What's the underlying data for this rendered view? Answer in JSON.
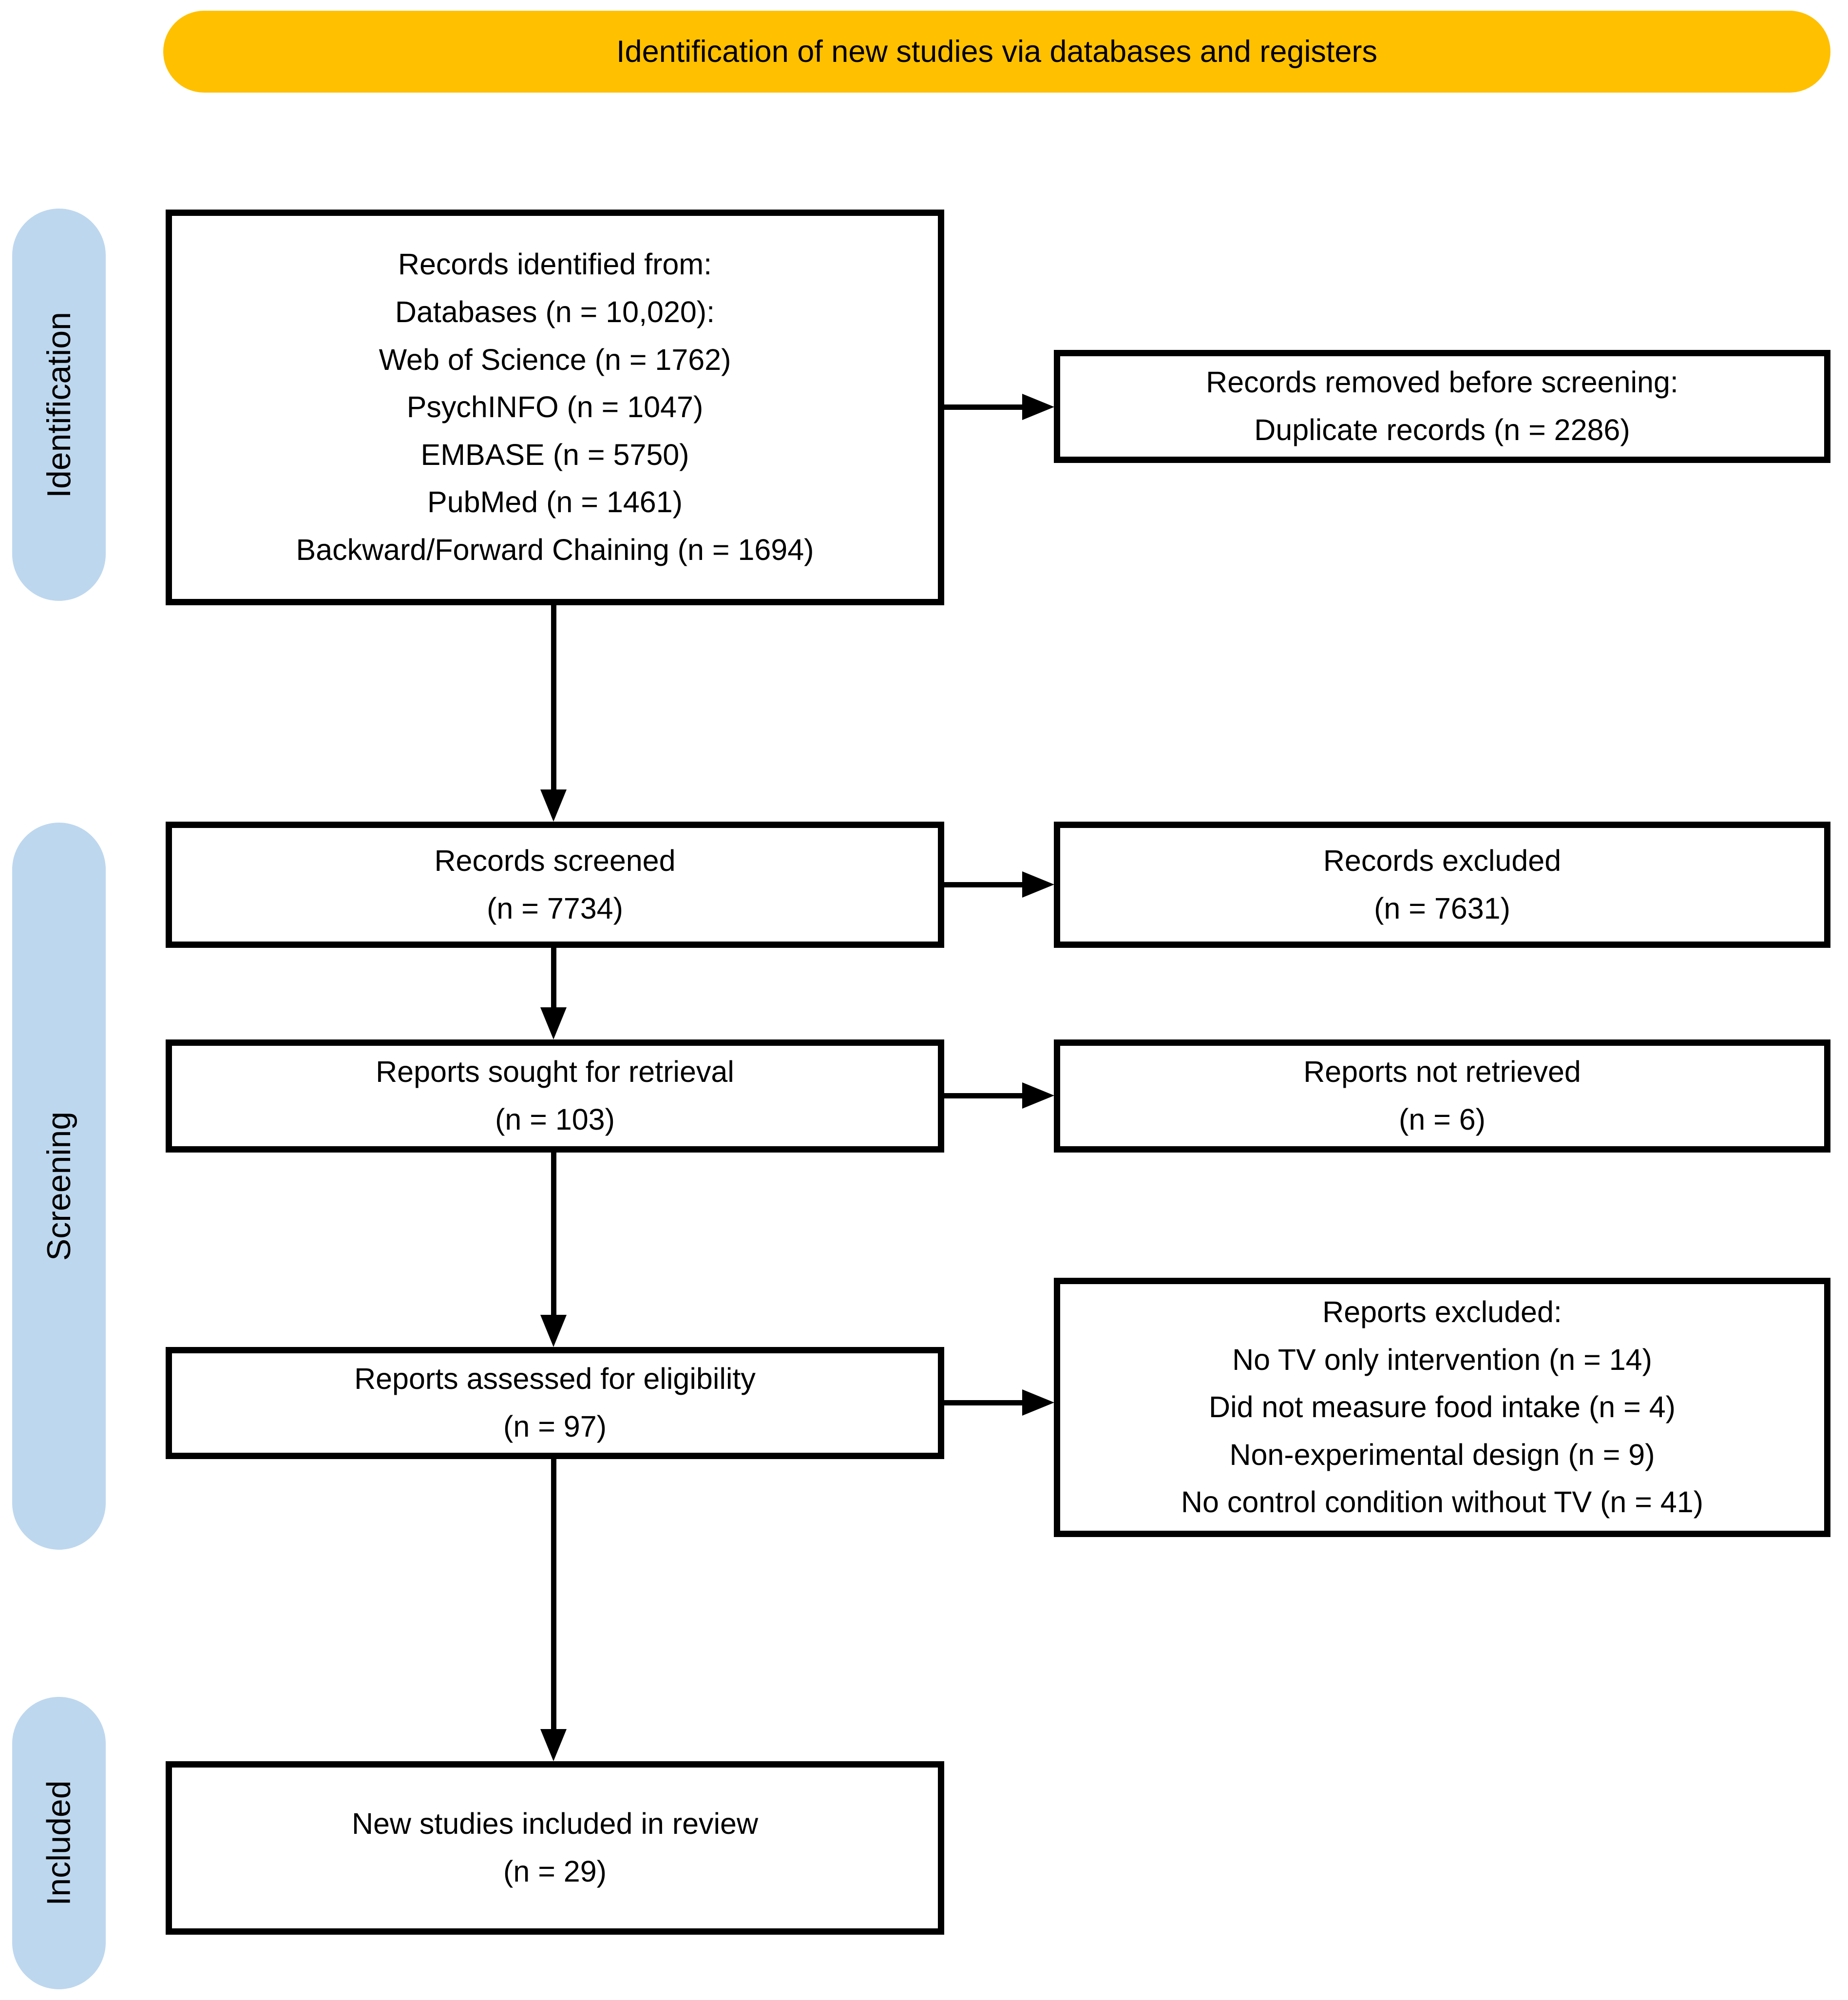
{
  "banner": {
    "title": "Identification of new studies via databases and registers",
    "bg_color": "#FFC000"
  },
  "stages": [
    {
      "label": "Identification"
    },
    {
      "label": "Screening"
    },
    {
      "label": "Included"
    }
  ],
  "stage_bg_color": "#BDD7EE",
  "boxes": {
    "records_identified": {
      "lines": [
        "Records identified from:",
        "Databases (n = 10,020):",
        "Web of Science (n = 1762)",
        "PsychINFO (n = 1047)",
        "EMBASE (n = 5750)",
        "PubMed (n = 1461)",
        "Backward/Forward Chaining (n = 1694)"
      ]
    },
    "records_removed": {
      "lines": [
        "Records removed before screening:",
        "Duplicate records (n = 2286)"
      ]
    },
    "records_screened": {
      "lines": [
        "Records screened",
        "(n = 7734)"
      ]
    },
    "records_excluded": {
      "lines": [
        "Records excluded",
        "(n = 7631)"
      ]
    },
    "reports_sought": {
      "lines": [
        "Reports sought for retrieval",
        "(n = 103)"
      ]
    },
    "reports_not_retrieved": {
      "lines": [
        "Reports not retrieved",
        "(n = 6)"
      ]
    },
    "reports_assessed": {
      "lines": [
        "Reports assessed for eligibility",
        "(n = 97)"
      ]
    },
    "reports_excluded": {
      "lines": [
        "Reports excluded:",
        "No TV only intervention (n = 14)",
        "Did not measure food intake (n = 4)",
        "Non-experimental design (n = 9)",
        "No control condition without TV (n = 41)"
      ]
    },
    "new_studies_included": {
      "lines": [
        "New studies included in review",
        "(n = 29)"
      ]
    }
  }
}
